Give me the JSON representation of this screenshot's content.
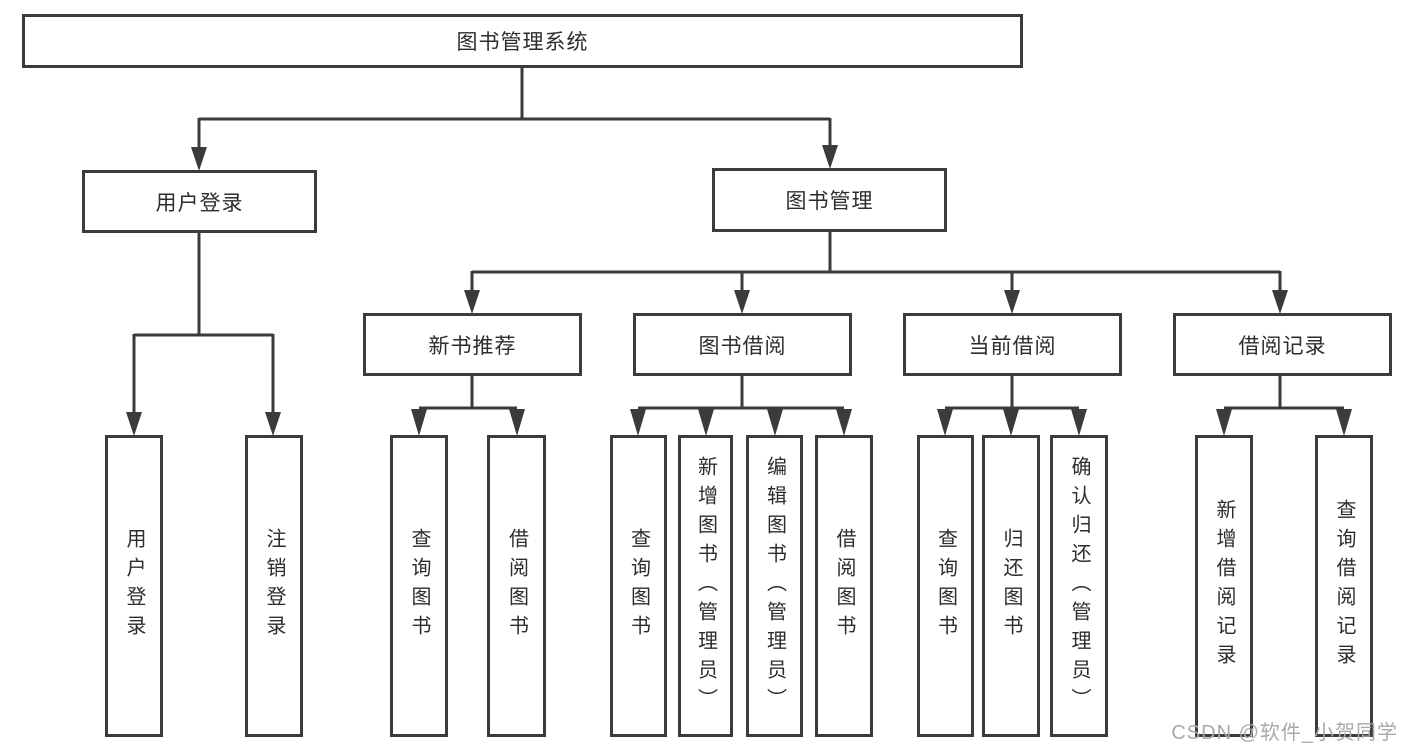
{
  "diagram": {
    "root": {
      "label": "图书管理系统"
    },
    "level2": [
      {
        "id": "user-login",
        "label": "用户登录",
        "leaves": [
          {
            "label": "用户登录"
          },
          {
            "label": "注销登录"
          }
        ]
      },
      {
        "id": "book-management",
        "label": "图书管理",
        "children": [
          {
            "id": "new-book-recommend",
            "label": "新书推荐",
            "leaves": [
              {
                "label": "查询图书"
              },
              {
                "label": "借阅图书"
              }
            ]
          },
          {
            "id": "book-borrowing",
            "label": "图书借阅",
            "leaves": [
              {
                "label": "查询图书"
              },
              {
                "label": "新增图书（管理员）"
              },
              {
                "label": "编辑图书（管理员）"
              },
              {
                "label": "借阅图书"
              }
            ]
          },
          {
            "id": "current-borrowing",
            "label": "当前借阅",
            "leaves": [
              {
                "label": "查询图书"
              },
              {
                "label": "归还图书"
              },
              {
                "label": "确认归还（管理员）"
              }
            ]
          },
          {
            "id": "borrowing-records",
            "label": "借阅记录",
            "leaves": [
              {
                "label": "新增借阅记录"
              },
              {
                "label": "查询借阅记录"
              }
            ]
          }
        ]
      }
    ]
  },
  "watermark": {
    "text": "CSDN @软件_小贺同学",
    "color": "#a9a9a9"
  },
  "colors": {
    "line": "#3b3b3b",
    "text": "#2d2d2d",
    "background": "#ffffff"
  }
}
